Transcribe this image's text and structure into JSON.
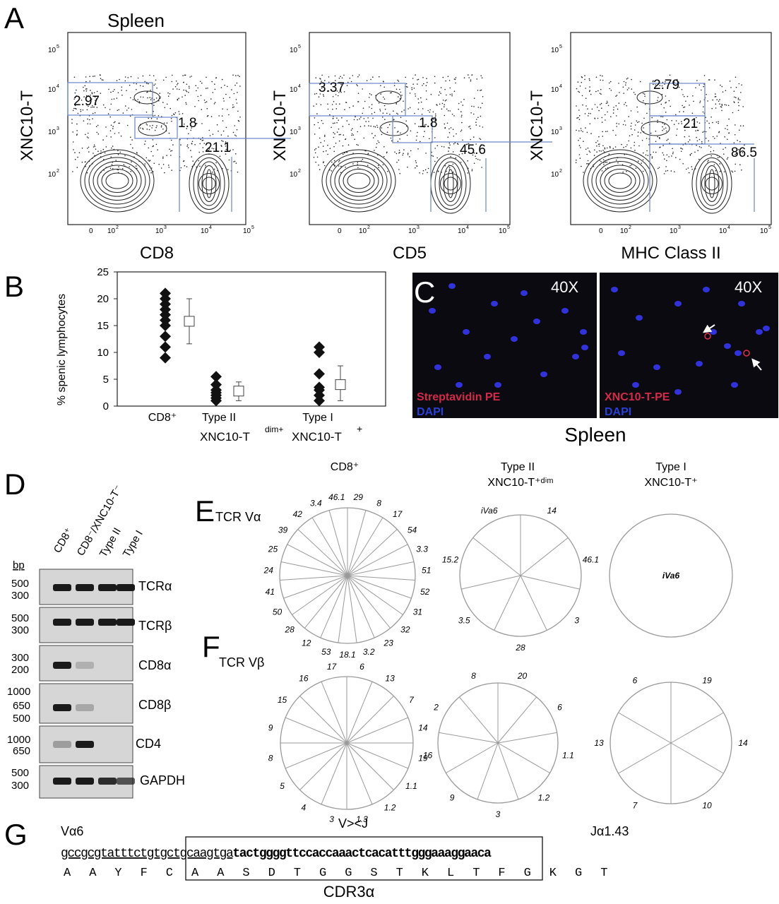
{
  "panelA": {
    "letter": "A",
    "title": "Spleen",
    "ylabel": "XNC10-T",
    "plots": [
      {
        "xlabel": "CD8",
        "gates": [
          "2.97",
          "1.8",
          "21.1"
        ]
      },
      {
        "xlabel": "CD5",
        "gates": [
          "3.37",
          "1.8",
          "45.6"
        ]
      },
      {
        "xlabel": "MHC Class II",
        "gates": [
          "2.79",
          "21",
          "86.5"
        ]
      }
    ],
    "yticks": [
      "10",
      "10",
      "10",
      "10",
      "10"
    ],
    "ytick_exps": [
      "5",
      "4",
      "3",
      "2",
      ""
    ],
    "xticks": [
      "0",
      "10",
      "10",
      "10",
      "10"
    ],
    "xtick_exps": [
      "",
      "2",
      "3",
      "4",
      "5"
    ]
  },
  "panelB": {
    "letter": "B",
    "chart_data": {
      "type": "scatter",
      "ylabel": "% spenic lymphocytes",
      "ylim": [
        0,
        25
      ],
      "yticks": [
        0,
        5,
        10,
        15,
        20,
        25
      ],
      "groups": [
        {
          "label": "CD8⁺",
          "sublabel": "",
          "points": [
            9,
            11,
            13,
            15,
            16,
            17,
            18,
            19,
            20,
            21
          ],
          "mean": 15.8,
          "sd_low": 11.6,
          "sd_high": 20
        },
        {
          "label": "Type II",
          "sublabel": "XNC10-T",
          "sup": "dim+",
          "points": [
            1,
            1.5,
            2,
            2.5,
            3,
            4,
            5.5
          ],
          "mean": 2.8,
          "sd_low": 1,
          "sd_high": 4.5
        },
        {
          "label": "Type I",
          "sublabel": "XNC10-T",
          "sup": "+",
          "points": [
            1,
            2,
            3,
            3.5,
            6,
            10,
            11
          ],
          "mean": 4,
          "sd_low": 1,
          "sd_high": 7.5
        }
      ]
    }
  },
  "panelC": {
    "letter": "C",
    "images": [
      {
        "mag": "40X",
        "stain": "Streptavidin PE",
        "dapi": "DAPI"
      },
      {
        "mag": "40X",
        "stain": "XNC10-T-PE",
        "dapi": "DAPI"
      }
    ],
    "caption": "Spleen"
  },
  "panelD": {
    "letter": "D",
    "bp": "bp",
    "lanes": [
      "CD8⁺",
      "CD8⁻/XNC10-T⁻",
      "Type II",
      "Type I"
    ],
    "gels": [
      {
        "label": "TCRα",
        "markers": [
          "500",
          "300"
        ]
      },
      {
        "label": "TCRβ",
        "markers": [
          "500",
          "300"
        ]
      },
      {
        "label": "CD8α",
        "markers": [
          "300",
          "200"
        ]
      },
      {
        "label": "CD8β",
        "markers": [
          "1000",
          "650",
          "500"
        ]
      },
      {
        "label": "CD4",
        "markers": [
          "1000",
          "650"
        ]
      },
      {
        "label": "GAPDH",
        "markers": [
          "500",
          "300"
        ]
      }
    ]
  },
  "panelE": {
    "letter": "E",
    "title": "TCR Vα",
    "column_heads": [
      {
        "line1": "CD8⁺",
        "line2": ""
      },
      {
        "line1": "Type II",
        "line2": "XNC10-T⁺ᵈⁱᵐ"
      },
      {
        "line1": "Type I",
        "line2": "XNC10-T⁺"
      }
    ],
    "pies": [
      {
        "labels": [
          "29",
          "8",
          "17",
          "54",
          "3.3",
          "51",
          "52",
          "31",
          "32",
          "23",
          "3.2",
          "18.1",
          "53",
          "12",
          "28",
          "50",
          "41",
          "24",
          "25",
          "39",
          "42",
          "3.4",
          "46.1"
        ]
      },
      {
        "labels": [
          "14",
          "46.1",
          "3",
          "28",
          "3.5",
          "15.2",
          "iVa6"
        ]
      },
      {
        "labels": [
          "iVa6"
        ]
      }
    ]
  },
  "panelF": {
    "letter": "F",
    "title": "TCR Vβ",
    "pies": [
      {
        "labels": [
          "6",
          "13",
          "7",
          "14",
          "19",
          "1.1",
          "1.2",
          "1.3",
          "3",
          "4",
          "5",
          "8",
          "9",
          "15",
          "16",
          "17"
        ]
      },
      {
        "labels": [
          "20",
          "6",
          "1.1",
          "1.2",
          "3",
          "9",
          "16",
          "2",
          "8"
        ]
      },
      {
        "labels": [
          "19",
          "14",
          "10",
          "7",
          "13",
          "6"
        ]
      }
    ]
  },
  "panelG": {
    "letter": "G",
    "left_label": "Vα6",
    "mid_label": "V><J",
    "right_label": "Jα1.43",
    "seq_underlined": "gccgcgtatttctgtgctgcaagtga",
    "seq_bold": "tactggggttccaccaaactcacattt",
    "seq_tail": "gggaaaggaaca",
    "aa": [
      "A",
      "A",
      "Y",
      "F",
      "C",
      "A",
      "A",
      "S",
      "D",
      "T",
      "G",
      "G",
      "S",
      "T",
      "K",
      "L",
      "T",
      "F",
      "G",
      "K",
      "G",
      "T"
    ],
    "box_label": "CDR3α"
  }
}
